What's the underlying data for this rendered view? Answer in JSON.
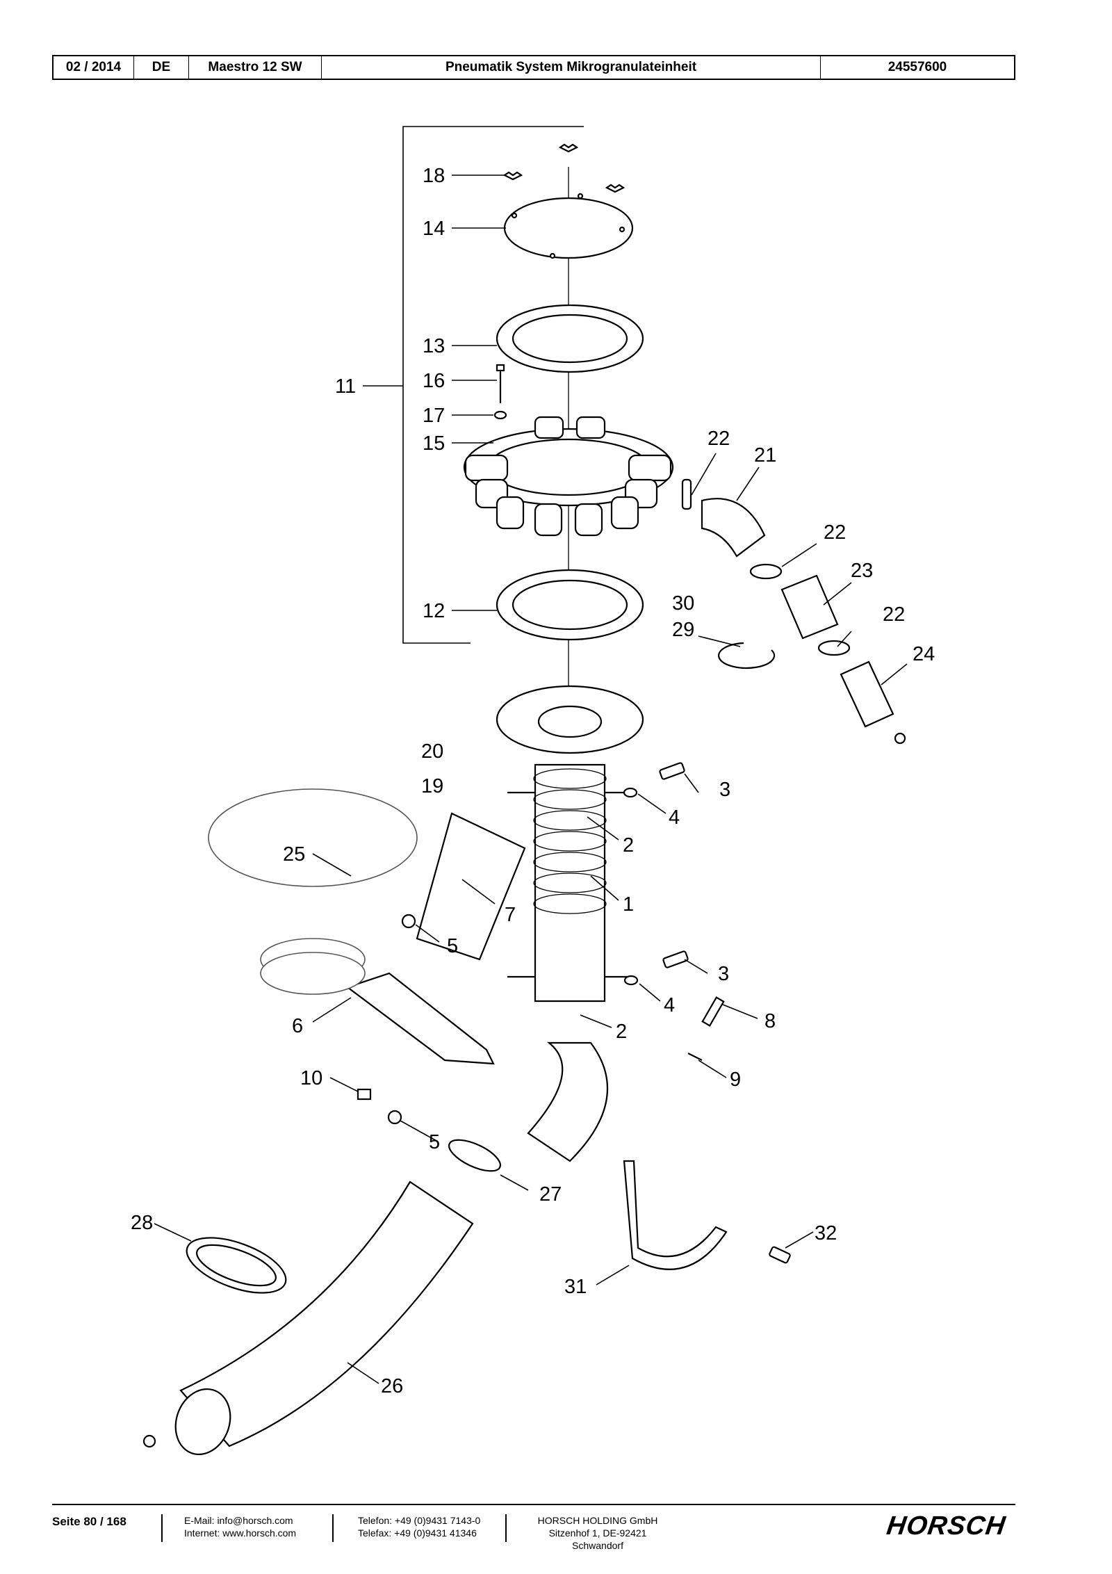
{
  "header": {
    "date": "02 / 2014",
    "language": "DE",
    "model": "Maestro 12 SW",
    "title": "Pneumatik System Mikrogranulateinheit",
    "doc_number": "24557600"
  },
  "callouts": [
    "18",
    "14",
    "13",
    "11",
    "16",
    "17",
    "15",
    "22",
    "21",
    "22",
    "23",
    "12",
    "30",
    "29",
    "22",
    "24",
    "20",
    "3",
    "19",
    "4",
    "2",
    "25",
    "1",
    "7",
    "5",
    "3",
    "4",
    "2",
    "6",
    "8",
    "10",
    "9",
    "5",
    "27",
    "28",
    "32",
    "31",
    "26"
  ],
  "footer": {
    "page": "Seite 80 / 168",
    "email": "E-Mail: info@horsch.com",
    "internet": "Internet: www.horsch.com",
    "phone": "Telefon: +49 (0)9431 7143-0",
    "fax": "Telefax: +49 (0)9431 41346",
    "company": "HORSCH HOLDING GmbH",
    "address": "Sitzenhof 1, DE-92421 Schwandorf",
    "brand": "HORSCH"
  }
}
